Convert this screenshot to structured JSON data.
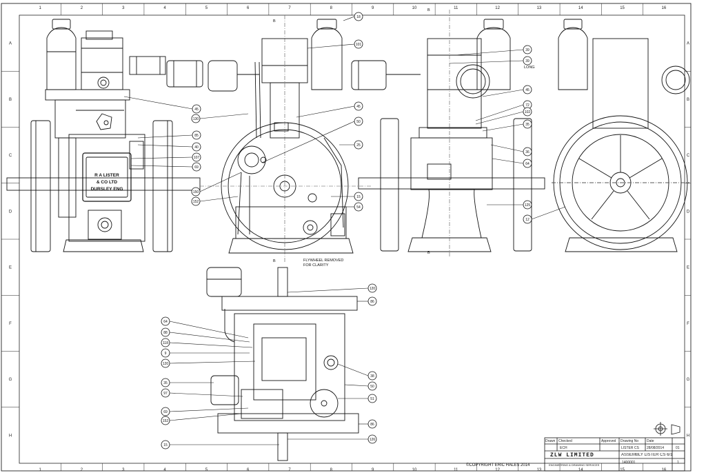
{
  "border": {
    "columns": [
      "1",
      "2",
      "3",
      "4",
      "5",
      "6",
      "7",
      "8",
      "9",
      "10",
      "11",
      "12",
      "13",
      "14",
      "15",
      "16"
    ],
    "rows": [
      "A",
      "B",
      "C",
      "D",
      "E",
      "F",
      "G",
      "H"
    ]
  },
  "views": {
    "side_left": {
      "plate_lines": [
        "R A LISTER",
        "& CO  LTD",
        "DURSLEY ENG"
      ]
    },
    "front": {
      "note_lines": [
        "FLYWHEEL REMOVED",
        "FOR CLARITY"
      ],
      "section_letter": "B"
    },
    "side_right": {
      "long_label": "LONG",
      "section_letter": "B"
    }
  },
  "balloons": {
    "side_left": [
      "45",
      "85",
      "40",
      "107",
      "69"
    ],
    "front_left": [
      "130",
      "150",
      "152"
    ],
    "front_right": [
      "18",
      "101",
      "45",
      "50",
      "25",
      "15",
      "54"
    ],
    "side_right": [
      "39",
      "39",
      "45",
      "72",
      "102",
      "35",
      "36",
      "64",
      "125",
      "12"
    ],
    "plan_left": [
      "64",
      "88",
      "118",
      "9",
      "120",
      "35",
      "97",
      "69",
      "15",
      "152"
    ],
    "plan_right": [
      "120",
      "86",
      "38",
      "50",
      "51",
      "86",
      "126"
    ]
  },
  "copyright": "©COPYRIGHT ERIC HALES 2014",
  "title_block": {
    "company": "ZLW LIMITED",
    "company_sub": "ENGINEERING & DRAWING SERVICES",
    "drawn_by": "ECH",
    "part_name": "LISTER CS",
    "date": "28/08/2014",
    "title": "ASSEMBLY LISTER CS 6/1",
    "drawing_no": "1400001",
    "sheet": "1",
    "rev": "01",
    "header_cells": [
      "Drawn",
      "Checked",
      "Approved",
      "Date",
      "Drawing No"
    ]
  }
}
